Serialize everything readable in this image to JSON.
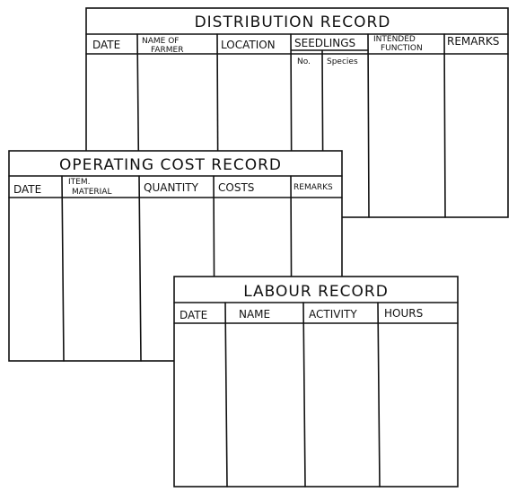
{
  "distribution": {
    "title": "DISTRIBUTION RECORD",
    "col_date": "DATE",
    "col_name_l1": "NAME OF",
    "col_name_l2": "FARMER",
    "col_location": "LOCATION",
    "col_seedlings": "SEEDLINGS",
    "sub_no": "No.",
    "sub_species": "Species",
    "col_function_l1": "INTENDED",
    "col_function_l2": "FUNCTION",
    "col_remarks": "REMARKS"
  },
  "operating": {
    "title": "OPERATING COST RECORD",
    "col_date": "DATE",
    "col_item_l1": "ITEM.",
    "col_item_l2": "MATERIAL",
    "col_quantity": "QUANTITY",
    "col_costs": "COSTS",
    "col_remarks": "REMARKS"
  },
  "labour": {
    "title": "LABOUR RECORD",
    "col_date": "DATE",
    "col_name": "NAME",
    "col_activity": "ACTIVITY",
    "col_hours": "HOURS"
  }
}
